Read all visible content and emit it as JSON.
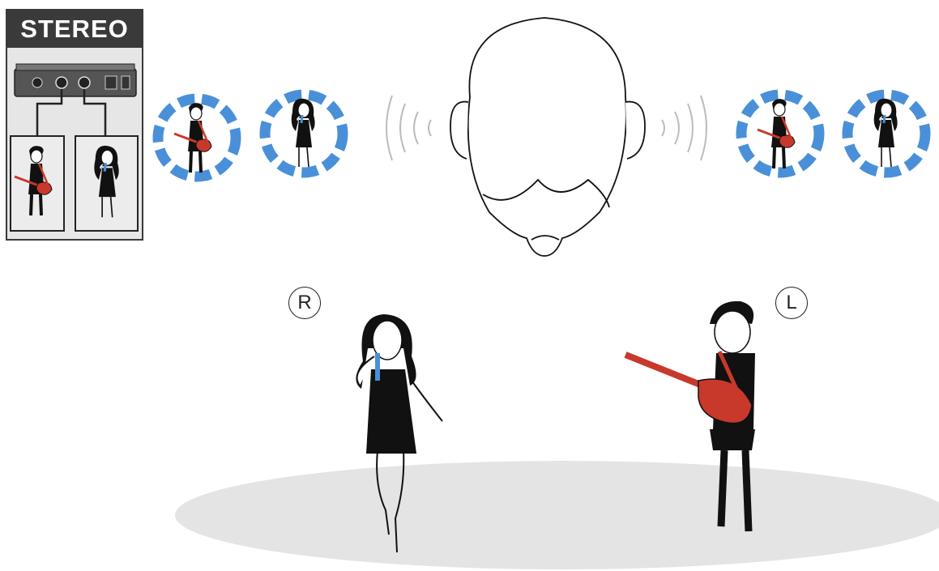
{
  "stereo_panel": {
    "label": "STEREO"
  },
  "markers": {
    "right": "R",
    "left": "L"
  },
  "colors": {
    "ring_blue": "#4a90d9",
    "mic_blue": "#4a90d9",
    "guitar_red": "#c8392b",
    "floor_gray": "#e4e4e4",
    "panel_dark": "#3a3a3a"
  },
  "icons": [
    "audio-interface-icon",
    "guitarist-icon",
    "singer-icon",
    "listener-head-icon",
    "sound-wave-icon"
  ]
}
